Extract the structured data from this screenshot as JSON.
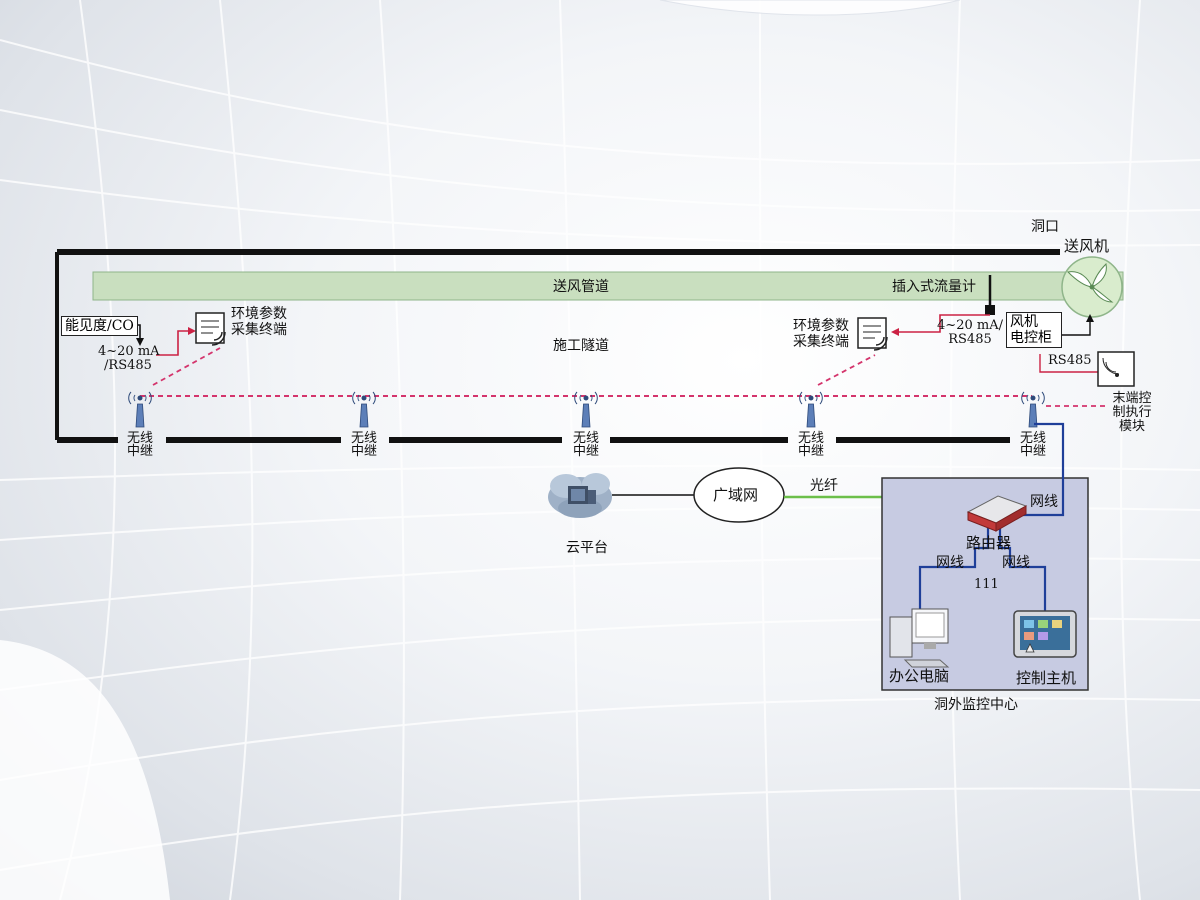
{
  "tunnel": {
    "portal_label": "洞口",
    "tunnel_label": "施工隧道",
    "duct_label": "送风管道",
    "fan_label": "送风机",
    "flowmeter_label": "插入式流量计"
  },
  "sensor": {
    "label": "能见度/CO"
  },
  "env_terminals": [
    {
      "line1": "环境参数",
      "line2": "采集终端"
    },
    {
      "line1": "环境参数",
      "line2": "采集终端"
    }
  ],
  "signal_labels": [
    {
      "line1": "4~20 mA",
      "line2": "/RS485"
    },
    {
      "line1": "4~20 mA/",
      "line2": "RS485"
    }
  ],
  "fan_cabinet": {
    "line1": "风机",
    "line2": "电控柜"
  },
  "rs485_label": "RS485",
  "end_module": {
    "line1": "末端控",
    "line2": "制执行",
    "line3": "模块"
  },
  "relays": [
    {
      "line1": "无线",
      "line2": "中继"
    },
    {
      "line1": "无线",
      "line2": "中继"
    },
    {
      "line1": "无线",
      "line2": "中继"
    },
    {
      "line1": "无线",
      "line2": "中继"
    },
    {
      "line1": "无线",
      "line2": "中继"
    }
  ],
  "cloud_label": "云平台",
  "wan_label": "广域网",
  "fiber_label": "光纤",
  "monitor_center": {
    "title": "洞外监控中心",
    "router_label": "路由器",
    "net_labels": [
      "网线",
      "网线",
      "网线"
    ],
    "port_label": "111",
    "pc_label": "办公电脑",
    "controller_label": "控制主机"
  },
  "colors": {
    "duct_fill": "#c9dfbf",
    "duct_border": "#8fb58a",
    "wireless_link": "#d4346c",
    "signal_line": "#cc2244",
    "ethernet": "#1f3f99",
    "fiber": "#6cbf4a",
    "center_bg": "#c7cbe2"
  }
}
